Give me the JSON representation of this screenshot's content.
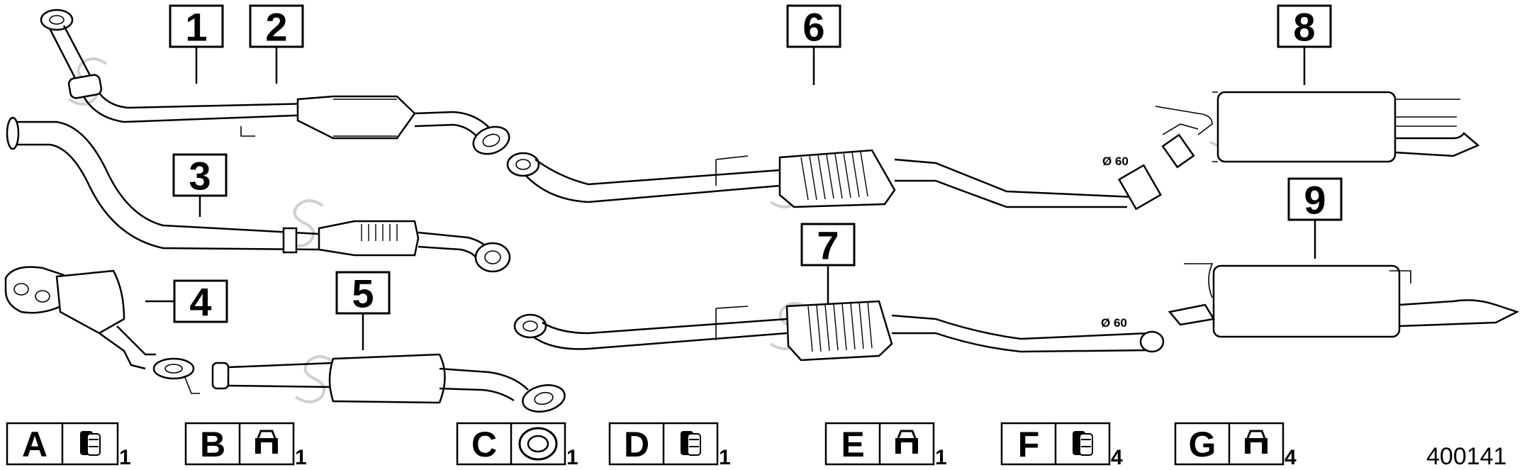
{
  "callouts": [
    {
      "id": "callout-1",
      "label": "1"
    },
    {
      "id": "callout-2",
      "label": "2"
    },
    {
      "id": "callout-3",
      "label": "3"
    },
    {
      "id": "callout-4",
      "label": "4"
    },
    {
      "id": "callout-5",
      "label": "5"
    },
    {
      "id": "callout-6",
      "label": "6"
    },
    {
      "id": "callout-7",
      "label": "7"
    },
    {
      "id": "callout-8",
      "label": "8"
    },
    {
      "id": "callout-9",
      "label": "9"
    }
  ],
  "diameter_labels": [
    {
      "id": "diameter-label-6",
      "text": "Ø 60"
    },
    {
      "id": "diameter-label-7",
      "text": "Ø 60"
    }
  ],
  "legend": [
    {
      "letter": "A",
      "icon": "mount-clamp-icon",
      "qty": "1"
    },
    {
      "letter": "B",
      "icon": "hanger-bracket-icon",
      "qty": "1"
    },
    {
      "letter": "C",
      "icon": "gasket-ring-icon",
      "qty": "1"
    },
    {
      "letter": "D",
      "icon": "mount-clamp-icon",
      "qty": "1"
    },
    {
      "letter": "E",
      "icon": "hanger-bracket-icon",
      "qty": "1"
    },
    {
      "letter": "F",
      "icon": "mount-clamp-icon",
      "qty": "4"
    },
    {
      "letter": "G",
      "icon": "hanger-bracket-icon",
      "qty": "4"
    }
  ],
  "diagram_id": "400141"
}
